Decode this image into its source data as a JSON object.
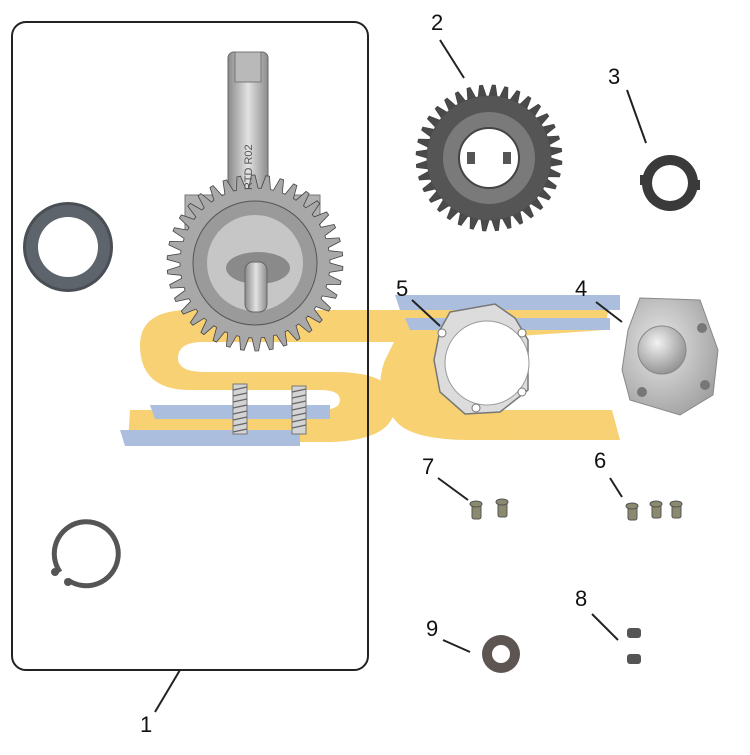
{
  "diagram": {
    "callouts": [
      {
        "id": "1",
        "label": "1"
      },
      {
        "id": "2",
        "label": "2"
      },
      {
        "id": "3",
        "label": "3"
      },
      {
        "id": "4",
        "label": "4"
      },
      {
        "id": "5",
        "label": "5"
      },
      {
        "id": "6",
        "label": "6"
      },
      {
        "id": "7",
        "label": "7"
      },
      {
        "id": "8",
        "label": "8"
      },
      {
        "id": "9",
        "label": "9"
      }
    ],
    "shaft_marking": "RTD R02",
    "watermark_letters": "SC",
    "colors": {
      "watermark_yellow": "#f6c95a",
      "watermark_blue": "#9db3d9",
      "metal_light": "#cfcfcf",
      "metal_dark": "#6d6d6d",
      "gear_dark": "#3d3d3d",
      "outline": "#222222"
    }
  }
}
